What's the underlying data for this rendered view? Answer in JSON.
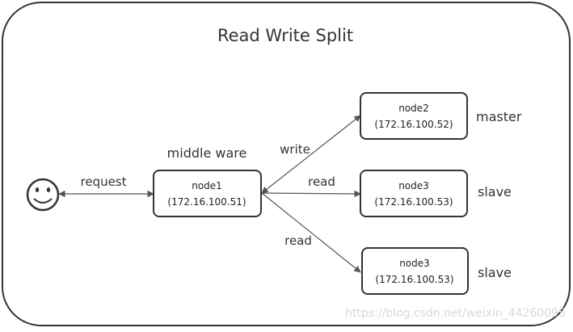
{
  "title": "Read Write Split",
  "user": {
    "icon": "smiley-face-icon"
  },
  "middleware_label": "middle ware",
  "nodes": {
    "middle": {
      "name": "node1",
      "ip": "(172.16.100.51)"
    },
    "master": {
      "name": "node2",
      "ip": "(172.16.100.52)",
      "role": "master"
    },
    "slave1": {
      "name": "node3",
      "ip": "(172.16.100.53)",
      "role": "slave"
    },
    "slave2": {
      "name": "node3",
      "ip": "(172.16.100.53)",
      "role": "slave"
    }
  },
  "edges": {
    "request": "request",
    "write": "write",
    "read1": "read",
    "read2": "read"
  },
  "watermark": "https://blog.csdn.net/weixin_44260095",
  "colors": {
    "stroke": "#333333",
    "edge": "#555555",
    "background": "#ffffff"
  }
}
